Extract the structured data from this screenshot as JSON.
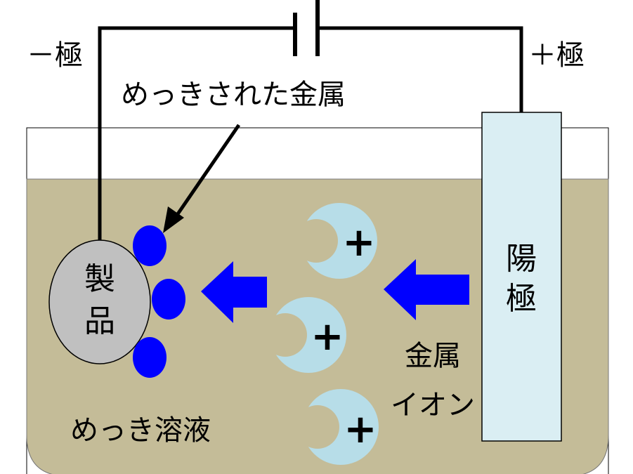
{
  "labels": {
    "negative_pole": "－極",
    "positive_pole": "＋極",
    "plated_metal": "めっきされた金属",
    "product_char1": "製",
    "product_char2": "品",
    "anode_char1": "陽",
    "anode_char2": "極",
    "metal_ion_line1": "金属",
    "metal_ion_line2": "イオン",
    "plating_solution": "めっき溶液",
    "ion_charge": "+"
  },
  "colors": {
    "solution": "#c4bc98",
    "product": "#c0c0c0",
    "anode": "#daeef3",
    "ion": "#b7dde8",
    "plated_particle": "#0000ff",
    "arrow": "#0000ff",
    "wire": "#000000"
  }
}
